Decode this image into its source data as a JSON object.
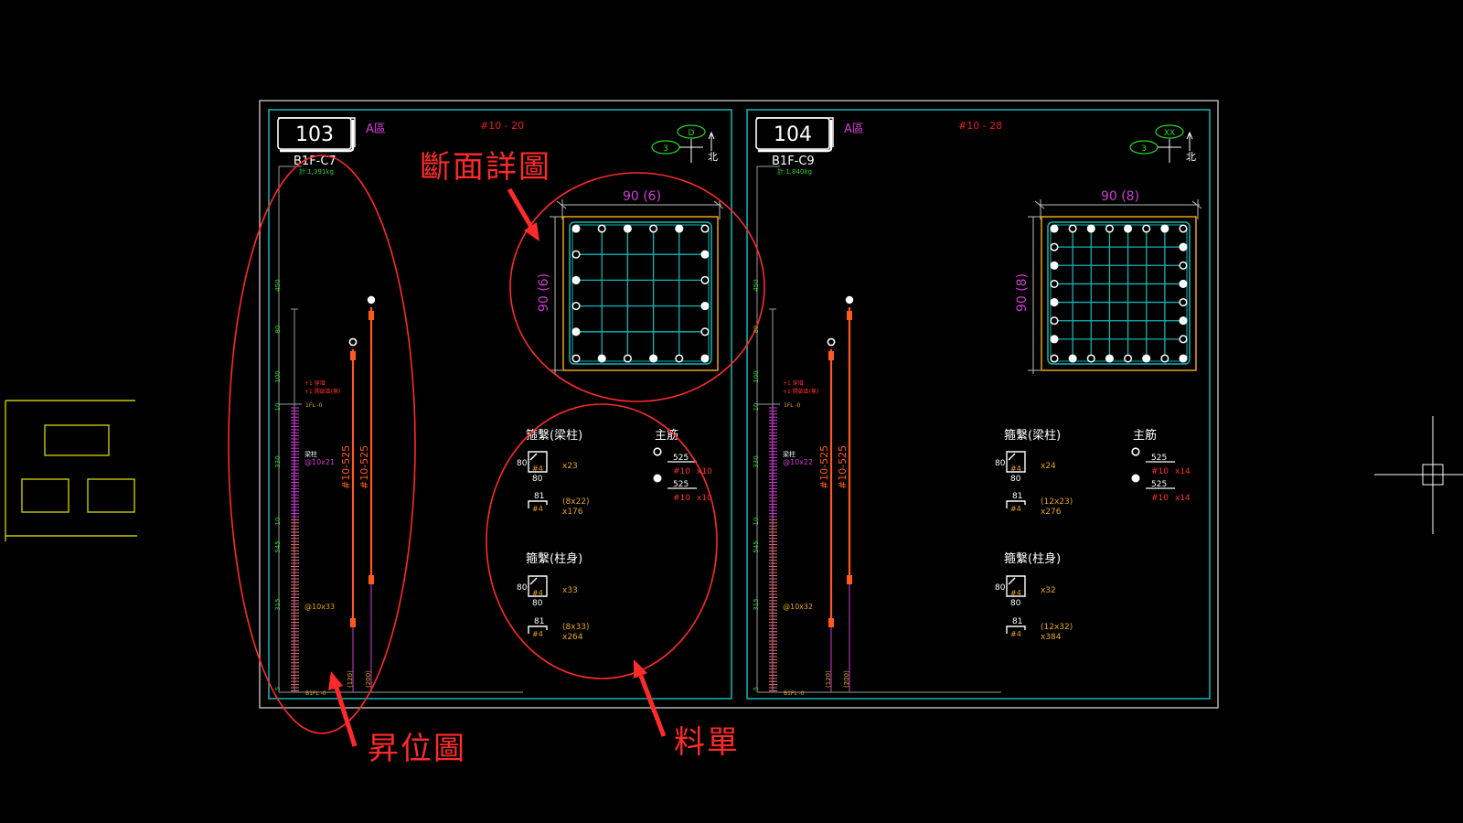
{
  "sheets": [
    {
      "number": "103",
      "zone": "A區",
      "bar_range": "#10 - 20",
      "column_id": "B1F-C7",
      "weight": "計:1,391kg",
      "axis_top": "D",
      "axis_left": "3",
      "north": "北",
      "section_dim_h": "90 (6)",
      "section_dim_v": "90 (6)",
      "dims": [
        "450",
        "80",
        "100",
        "10",
        "330",
        "10",
        "545",
        "315",
        "5"
      ],
      "lvl_top": "1FL -0",
      "lvl_bottom": "B1FL -0",
      "red_notes": [
        "+1 穿增",
        "+1 開啟區(無)"
      ],
      "tie_note_label": "梁柱",
      "tie_note_1": "@10x21",
      "tie_note_2": "@10x33",
      "bar_labels": [
        "#10-525",
        "#10-525"
      ],
      "bar_bottoms": [
        "(120)",
        "(200)"
      ],
      "title_ties_beam": "箍繫(梁柱)",
      "title_main": "主筋",
      "title_ties_col": "箍繫(柱身)",
      "hook_dims": [
        "80",
        "80",
        "81",
        "80",
        "80",
        "81"
      ],
      "bar_size": "#4",
      "beam_tie_qty": "x23",
      "beam_tie2_qty_a": "(8x22)",
      "beam_tie2_qty_b": "x176",
      "col_tie_qty": "x33",
      "col_tie2_qty_a": "(8x33)",
      "col_tie2_qty_b": "x264",
      "main_len": [
        "525",
        "525"
      ],
      "main_size": [
        "#10",
        "#10"
      ],
      "main_qty": [
        "x10",
        "x10"
      ]
    },
    {
      "number": "104",
      "zone": "A區",
      "bar_range": "#10 - 28",
      "column_id": "B1F-C9",
      "weight": "計:1,840kg",
      "axis_top": "XX",
      "axis_left": "3",
      "north": "北",
      "section_dim_h": "90 (8)",
      "section_dim_v": "90 (8)",
      "dims": [
        "450",
        "80",
        "100",
        "10",
        "330",
        "10",
        "545",
        "315",
        "5"
      ],
      "lvl_top": "1FL -0",
      "lvl_bottom": "B1FL -0",
      "red_notes": [
        "+1 穿增",
        "+1 開啟區(無)"
      ],
      "tie_note_label": "梁柱",
      "tie_note_1": "@10x22",
      "tie_note_2": "@10x32",
      "bar_labels": [
        "#10-525",
        "#10-525"
      ],
      "bar_bottoms": [
        "(120)",
        "(200)"
      ],
      "title_ties_beam": "箍繫(梁柱)",
      "title_main": "主筋",
      "title_ties_col": "箍繫(柱身)",
      "hook_dims": [
        "80",
        "80",
        "81",
        "80",
        "80",
        "81"
      ],
      "bar_size": "#4",
      "beam_tie_qty": "x24",
      "beam_tie2_qty_a": "(12x23)",
      "beam_tie2_qty_b": "x276",
      "col_tie_qty": "x32",
      "col_tie2_qty_a": "(12x32)",
      "col_tie2_qty_b": "x384",
      "main_len": [
        "525",
        "525"
      ],
      "main_size": [
        "#10",
        "#10"
      ],
      "main_qty": [
        "x14",
        "x14"
      ]
    }
  ],
  "annotations": {
    "section_detail": "斷面詳圖",
    "elevation": "昇位圖",
    "material_list": "料單"
  },
  "colors": {
    "background": "#000000",
    "border": "#bfbfbf",
    "frame": "#18c3c3",
    "rebar": "#12b5b5",
    "magenta": "#d13bd6",
    "orange": "#ff5a1e",
    "amber": "#e6a417",
    "red_annotation": "#ff2a2a",
    "yellow_cad": "#c8c800",
    "green_text": "#2ad62a"
  }
}
